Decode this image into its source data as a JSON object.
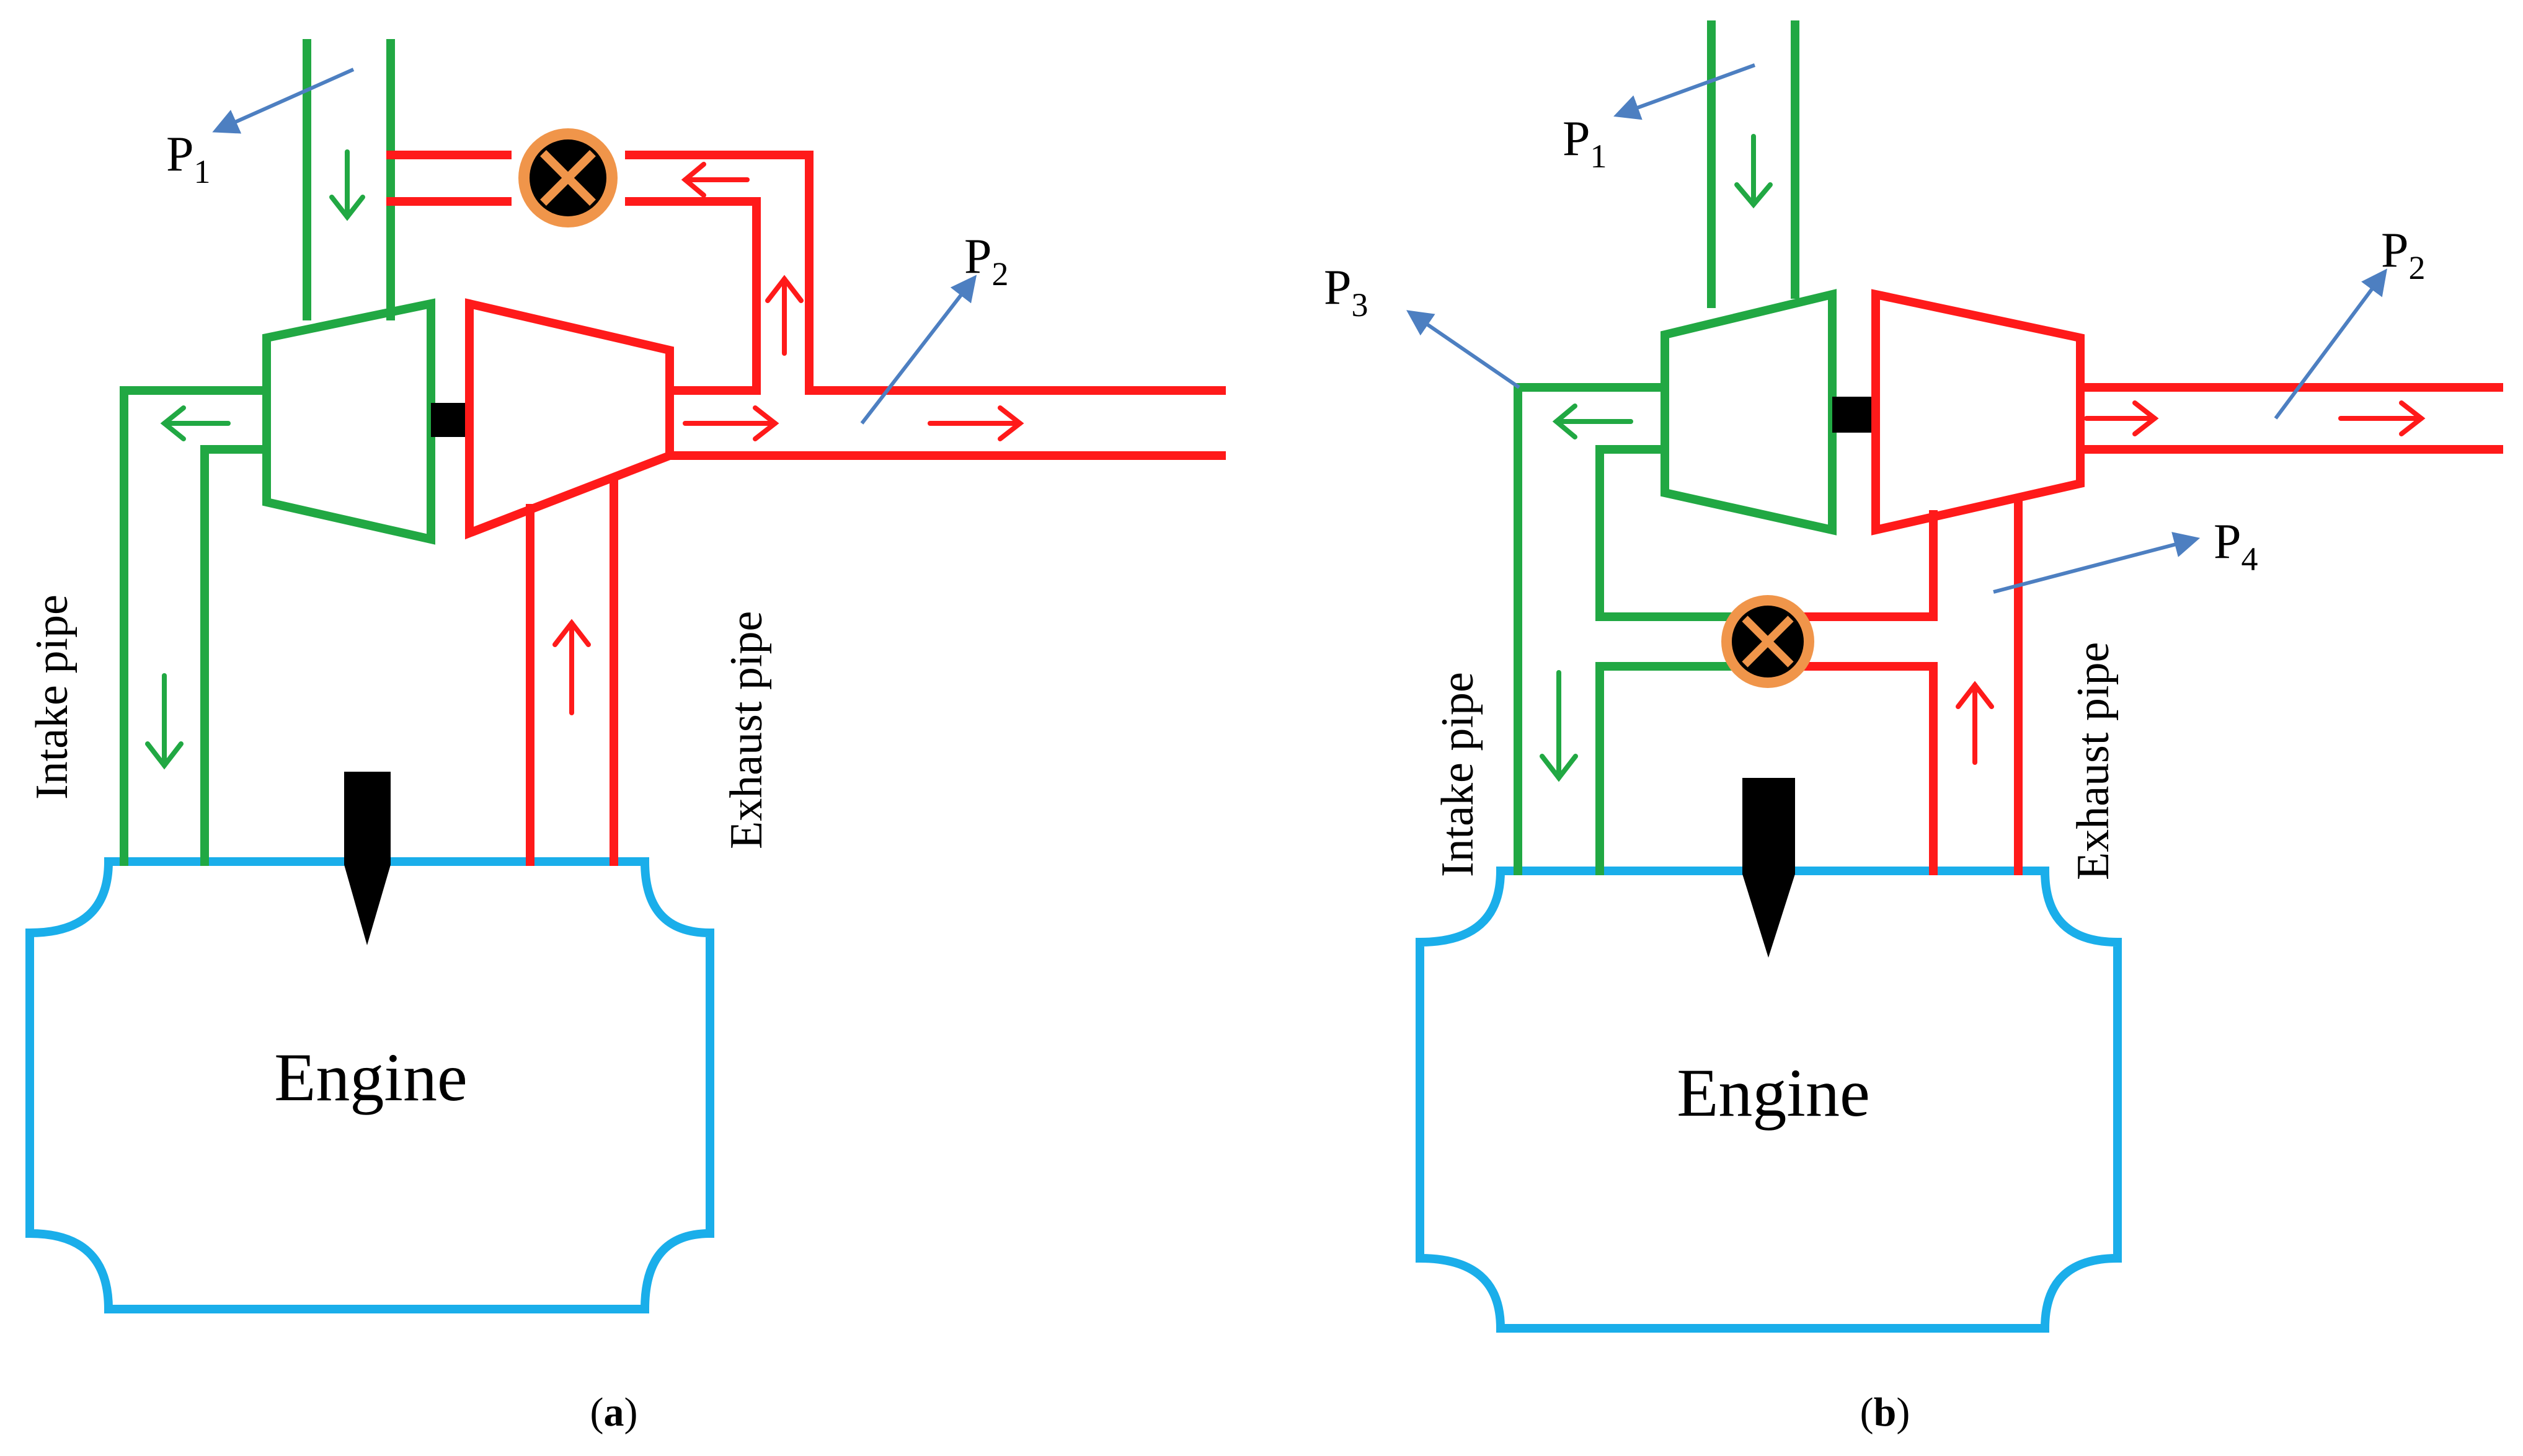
{
  "colors": {
    "intake": "#21a843",
    "exhaust": "#ff1a1a",
    "engine": "#1aaeea",
    "pointer": "#4d7fc1",
    "valve_fill": "#f0954a",
    "shaft": "#000000"
  },
  "icons": {
    "valve": "valve-icon",
    "injector": "injector-icon"
  },
  "panel_a": {
    "caption_open": "(",
    "caption_letter": "a",
    "caption_close": ")",
    "engine_label": "Engine",
    "intake_label": "Intake pipe",
    "exhaust_label": "Exhaust pipe",
    "p1": {
      "letter": "P",
      "sub": "1"
    },
    "p2": {
      "letter": "P",
      "sub": "2"
    }
  },
  "panel_b": {
    "caption_open": "(",
    "caption_letter": "b",
    "caption_close": ")",
    "engine_label": "Engine",
    "intake_label": "Intake pipe",
    "exhaust_label": "Exhaust pipe",
    "p1": {
      "letter": "P",
      "sub": "1"
    },
    "p2": {
      "letter": "P",
      "sub": "2"
    },
    "p3": {
      "letter": "P",
      "sub": "3"
    },
    "p4": {
      "letter": "P",
      "sub": "4"
    }
  }
}
